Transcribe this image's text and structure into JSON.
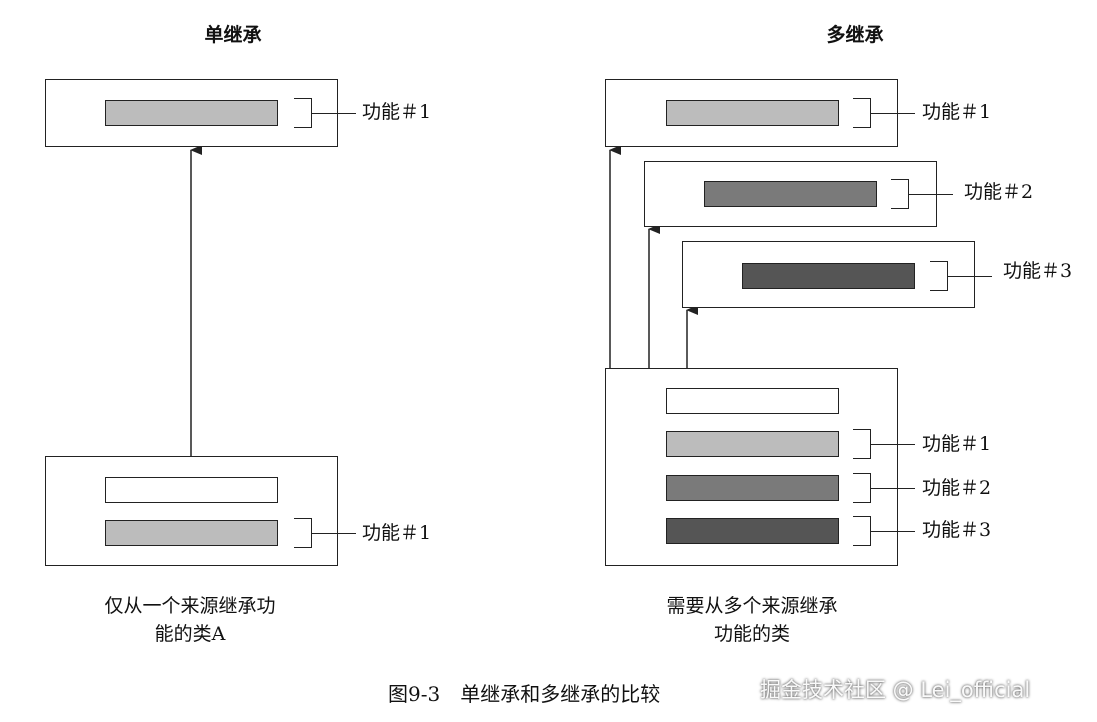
{
  "headings": {
    "single": "单继承",
    "multiple": "多继承"
  },
  "labels": {
    "f1": "功能＃1",
    "f2": "功能＃2",
    "f3": "功能＃3"
  },
  "captions": {
    "single_line1": "仅从一个来源继承功",
    "single_line2": "能的类A",
    "multiple_line1": "需要从多个来源继承",
    "multiple_line2": "功能的类"
  },
  "figure_caption": "图9-3　单继承和多继承的比较",
  "watermark": "掘金技术社区 @ Lei_official",
  "colors": {
    "light": "#bcbcbc",
    "mid": "#7a7a7a",
    "dark": "#555555",
    "empty": "#ffffff"
  }
}
